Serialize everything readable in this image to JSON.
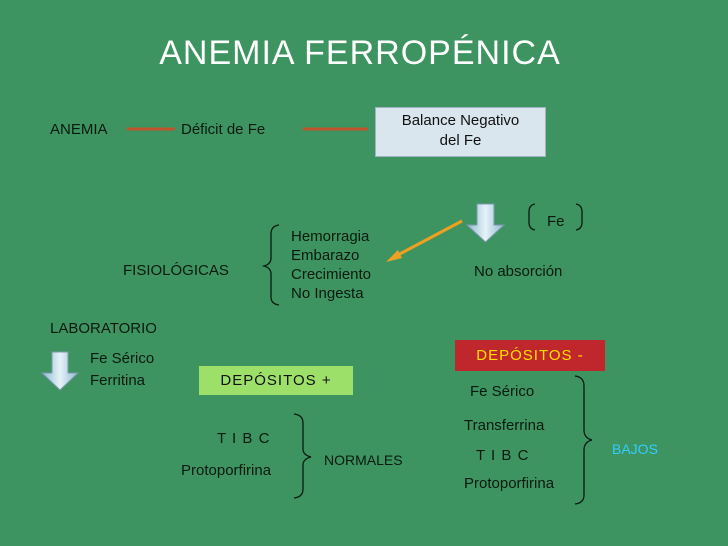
{
  "title": "ANEMIA  FERROPÉNICA",
  "row1": {
    "anemia": "ANEMIA",
    "deficit": "Déficit  de  Fe",
    "balance_line1": "Balance Negativo",
    "balance_line2": "del Fe"
  },
  "causes": {
    "fe": "Fe",
    "fisiologicas": "FISIOLÓGICAS",
    "items": [
      "Hemorragia",
      "Embarazo",
      "Crecimiento",
      "No Ingesta"
    ],
    "no_absorcion": "No absorción"
  },
  "lab": {
    "label": "LABORATORIO",
    "fe_serico": "Fe Sérico",
    "ferritina": "Ferritina",
    "depositos_plus": "DEPÓSITOS  +",
    "depositos_minus": "DEPÓSITOS  -",
    "left_group": [
      "T I B C",
      "Protoporfirina"
    ],
    "normales": "NORMALES",
    "right_group": [
      "Fe Sérico",
      "Transferrina",
      "T I B C",
      "Protoporfirina"
    ],
    "bajos": "BAJOS"
  },
  "colors": {
    "background": "#3d9460",
    "connector_line": "#c0532c",
    "orange_arrow": "#f0a020",
    "depositos_plus_box": "#9ce06a",
    "depositos_minus_box": "#c0272d",
    "depositos_minus_text": "#ffe000",
    "bajos_text": "#33ccff"
  }
}
